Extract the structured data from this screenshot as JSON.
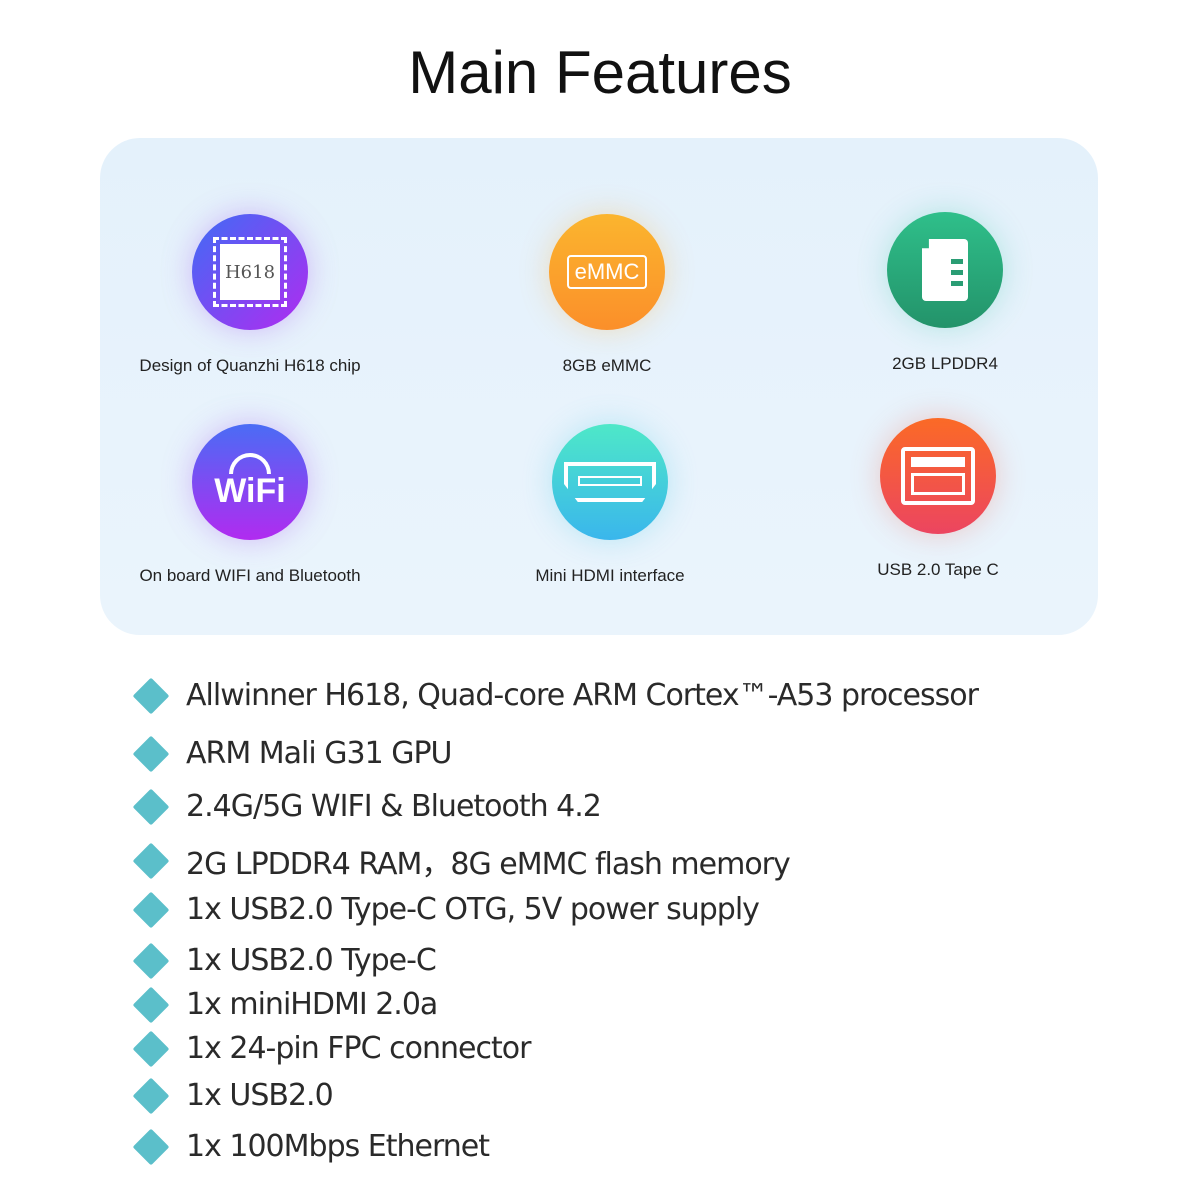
{
  "title": "Main Features",
  "features": [
    {
      "label": "Design of Quanzhi H618 chip",
      "icon": "chip-icon",
      "icon_text": "H618",
      "colors": [
        "#3f6cf5",
        "#b12bf0"
      ]
    },
    {
      "label": "8GB eMMC",
      "icon": "emmc-icon",
      "icon_text": "eMMC",
      "colors": [
        "#fbb52e",
        "#fb8f2a"
      ]
    },
    {
      "label": "2GB LPDDR4",
      "icon": "memory-card-icon",
      "colors": [
        "#2fbf8a",
        "#23936a"
      ]
    },
    {
      "label": "On board WIFI and Bluetooth",
      "icon": "wifi-icon",
      "icon_text": "WiFi",
      "colors": [
        "#4a6cf5",
        "#b12bf0"
      ]
    },
    {
      "label": "Mini HDMI interface",
      "icon": "hdmi-icon",
      "colors": [
        "#4ee8c8",
        "#3ab6ec"
      ]
    },
    {
      "label": "USB 2.0 Tape C",
      "icon": "usb-icon",
      "colors": [
        "#fb6a26",
        "#ec4560"
      ]
    }
  ],
  "specs": [
    "Allwinner H618, Quad-core ARM Cortex™-A53 processor",
    "ARM Mali G31 GPU",
    "2.4G/5G WIFI & Bluetooth 4.2",
    "2G LPDDR4 RAM，8G eMMC flash memory",
    "1x USB2.0 Type-C OTG, 5V power supply",
    "1x USB2.0 Type-C",
    "1x miniHDMI 2.0a",
    "1x 24-pin FPC connector",
    "1x USB2.0",
    "1x 100Mbps Ethernet"
  ],
  "bullet_color": "#5bbfca"
}
